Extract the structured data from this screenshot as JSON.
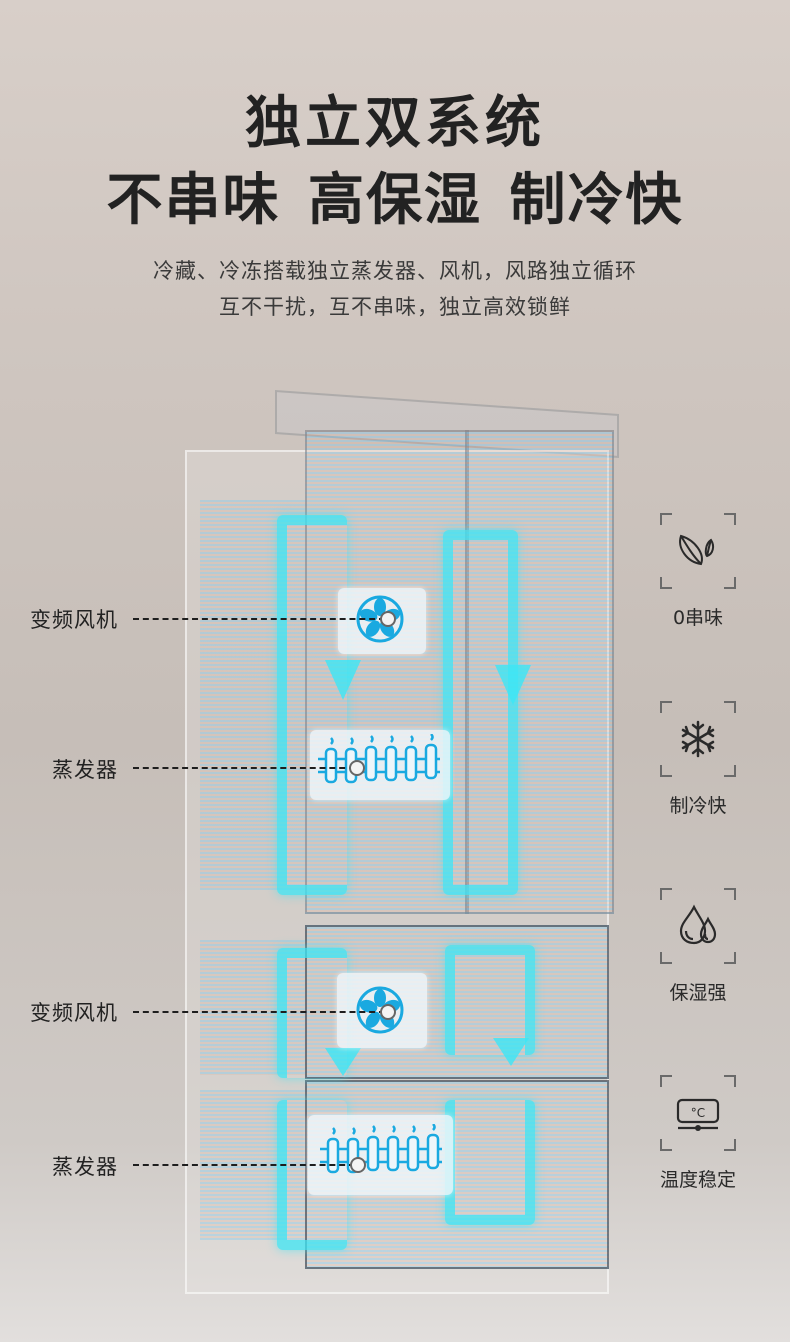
{
  "header": {
    "title_line1": "独立双系统",
    "title_line2": "不串味 高保湿 制冷快",
    "subtitle_line1": "冷藏、冷冻搭载独立蒸发器、风机，风路独立循环",
    "subtitle_line2": "互不干扰，互不串味，独立高效锁鲜"
  },
  "callouts": [
    {
      "label": "变频风机",
      "icon": "fan-icon",
      "zone": "refrigerator"
    },
    {
      "label": "蒸发器",
      "icon": "evaporator-icon",
      "zone": "refrigerator"
    },
    {
      "label": "变频风机",
      "icon": "fan-icon",
      "zone": "freezer"
    },
    {
      "label": "蒸发器",
      "icon": "evaporator-icon",
      "zone": "freezer"
    }
  ],
  "features": [
    {
      "label": "0串味",
      "icon": "leaf-icon"
    },
    {
      "label": "制冷快",
      "icon": "snowflake-icon"
    },
    {
      "label": "保湿强",
      "icon": "water-drops-icon"
    },
    {
      "label": "温度稳定",
      "icon": "thermometer-display-icon"
    }
  ],
  "colors": {
    "background": "#cfc6c0",
    "airflow_cyan": "#3ce6f5",
    "icon_blue": "#1aa9e0",
    "text_dark": "#222222"
  }
}
